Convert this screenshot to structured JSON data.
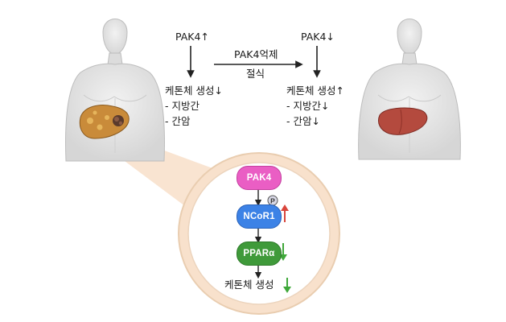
{
  "left": {
    "top_label": "PAK4↑",
    "result_title": "케톤체 생성↓",
    "items": [
      "- 지방간",
      "- 간암"
    ]
  },
  "middle_arrow": {
    "line1": "PAK4억제",
    "line2": "절식"
  },
  "right": {
    "top_label": "PAK4↓",
    "result_title": "케톤체 생성↑",
    "items": [
      "- 지방간↓",
      "- 간암↓"
    ]
  },
  "pathway": {
    "node1": "PAK4",
    "node2": "NCoR1",
    "node2_badge": "P",
    "node3": "PPARα",
    "outcome": "케톤체 생성"
  },
  "colors": {
    "pak4": "#ea5ec4",
    "ncor1": "#3c82e6",
    "ppara": "#3f9a3a",
    "up_arrow": "#d9453c",
    "down_arrow": "#3fa83a",
    "zoom_fill": "#f7dcc4",
    "zoom_border": "#e8c7a6",
    "body_skin": "#e2e2e2",
    "body_outline": "#b9b9b9",
    "liver_diseased": "#c98b3a",
    "liver_healthy": "#b44a3e"
  }
}
